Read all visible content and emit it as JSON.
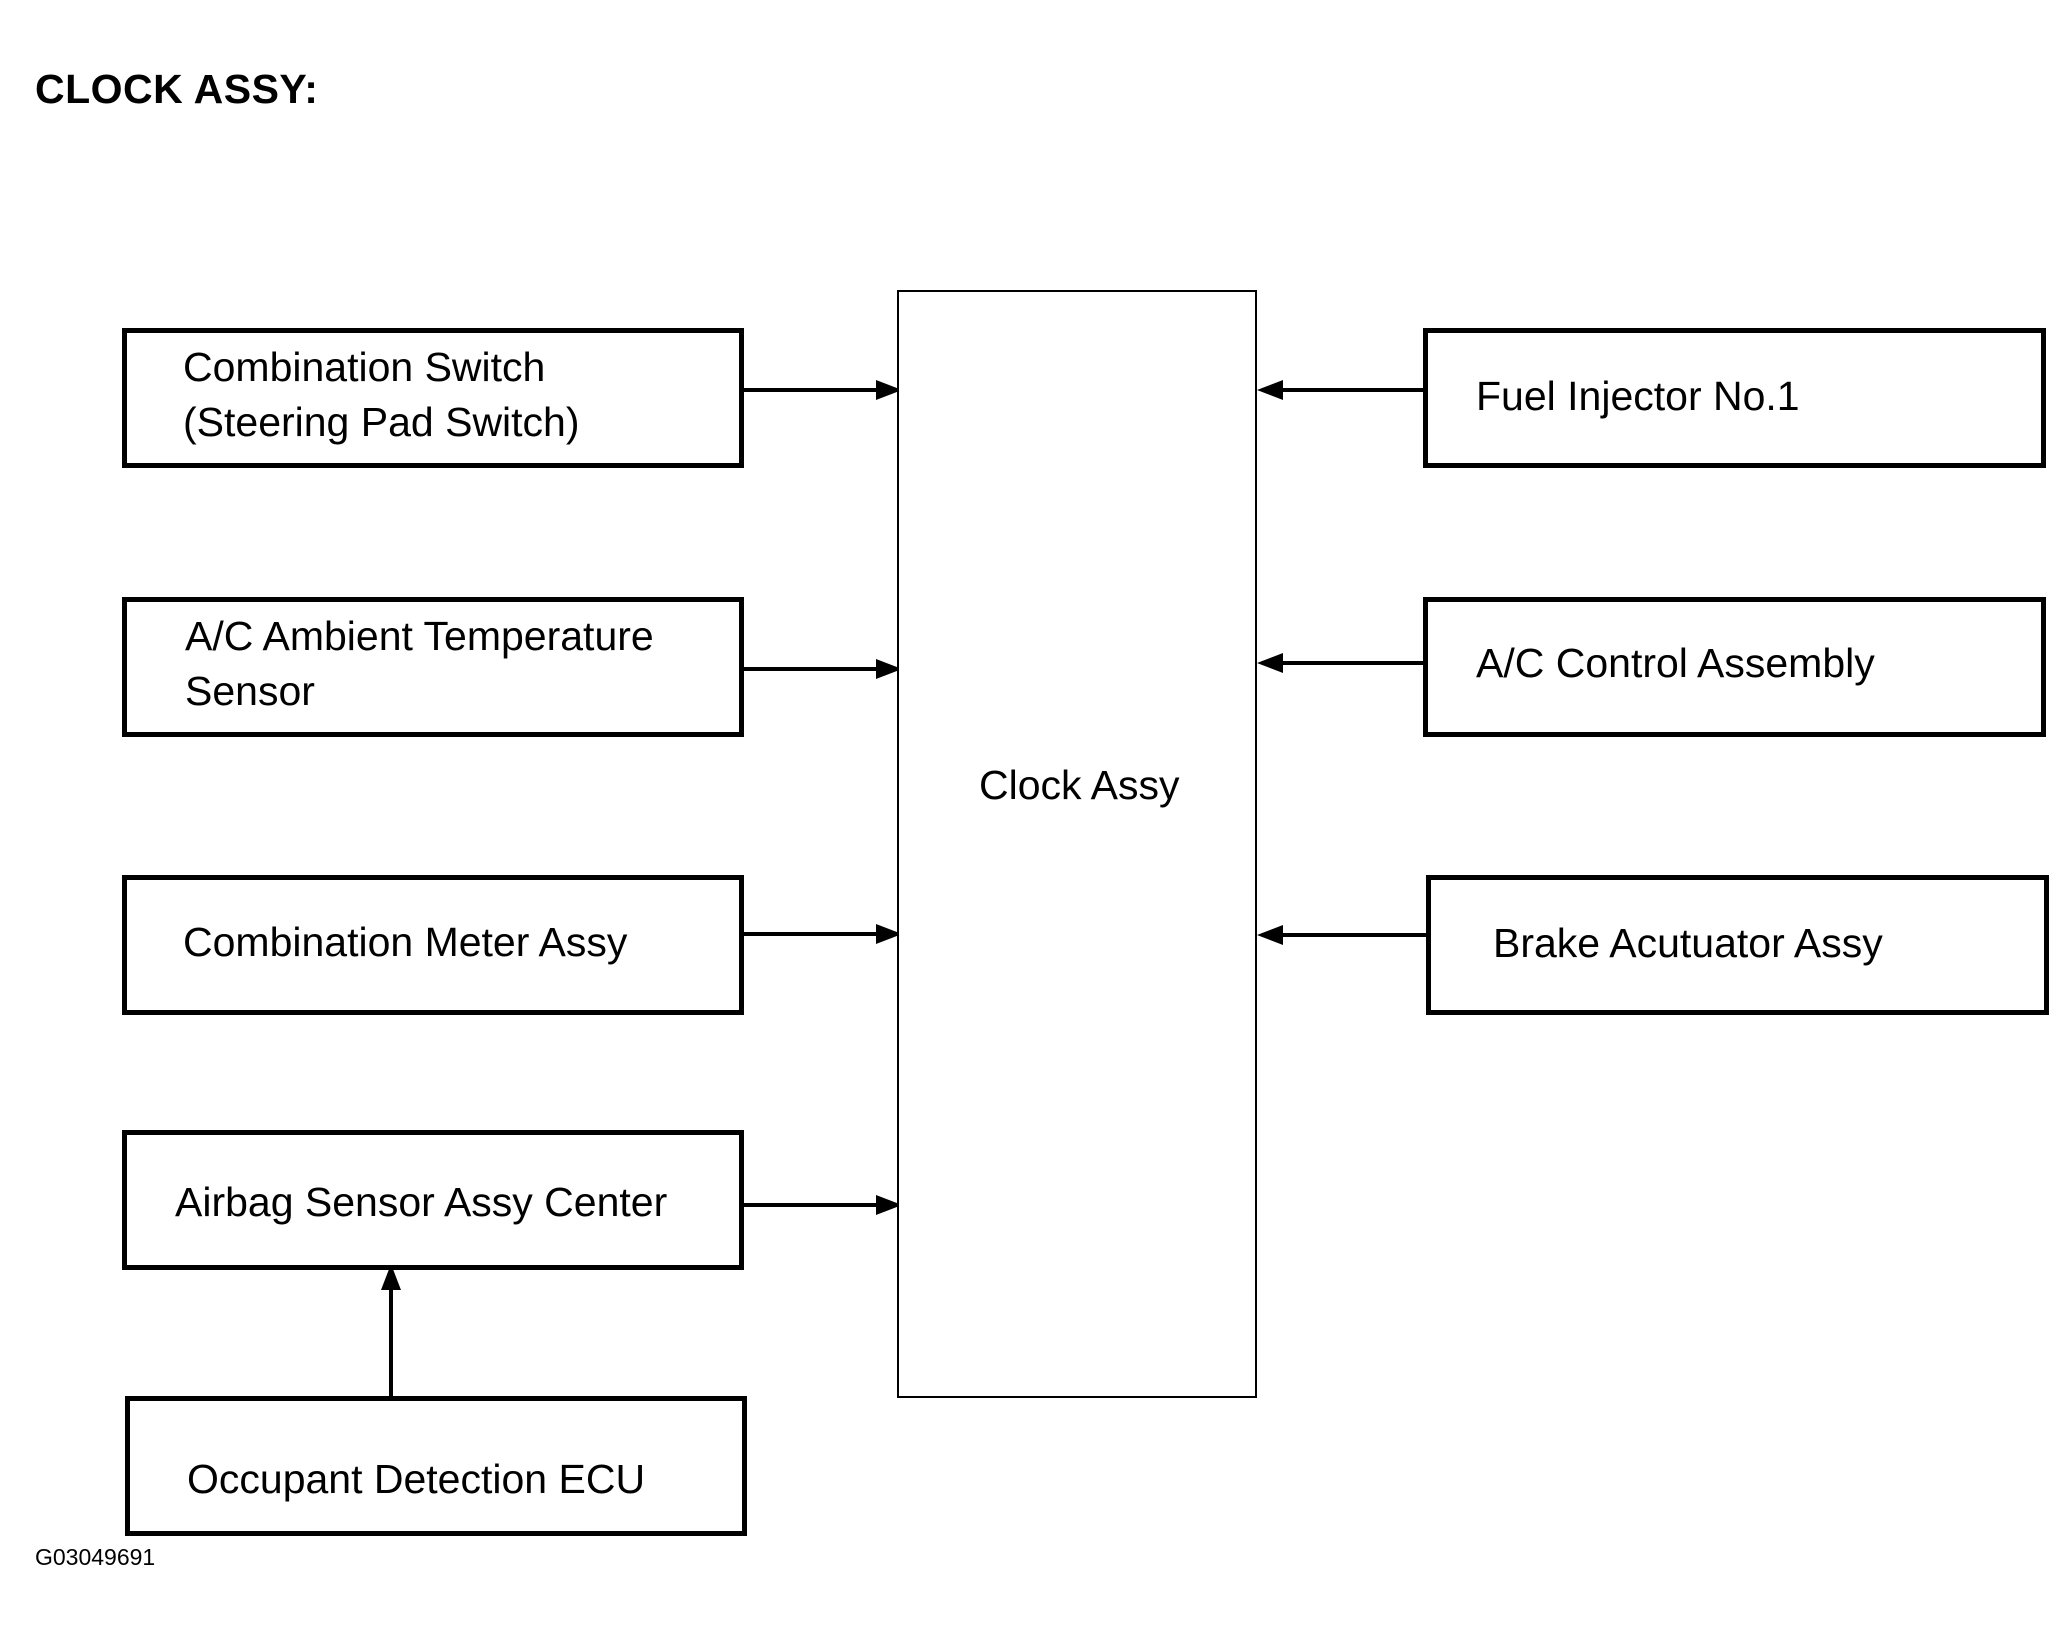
{
  "title": "CLOCK ASSY:",
  "figure_code": "G03049691",
  "center": {
    "label": "Clock Assy"
  },
  "inputs_left": [
    {
      "lines": [
        "Combination Switch",
        "(Steering Pad Switch)"
      ]
    },
    {
      "lines": [
        "A/C Ambient Temperature",
        "Sensor"
      ]
    },
    {
      "lines": [
        "Combination Meter Assy"
      ]
    },
    {
      "lines": [
        "Airbag Sensor Assy Center"
      ]
    },
    {
      "lines": [
        "Occupant Detection ECU"
      ]
    }
  ],
  "inputs_right": [
    {
      "lines": [
        "Fuel Injector No.1"
      ]
    },
    {
      "lines": [
        "A/C Control Assembly"
      ]
    },
    {
      "lines": [
        "Brake Acutuator Assy"
      ]
    }
  ]
}
